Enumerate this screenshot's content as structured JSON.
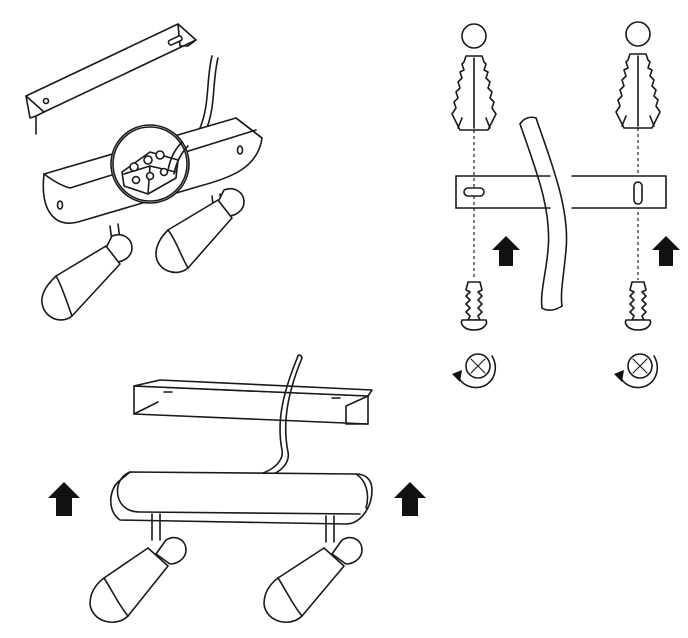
{
  "figure": {
    "panels": [
      {
        "id": "step-wiring",
        "icon": "terminal-block-connection-icon"
      },
      {
        "id": "step-wall-mounting",
        "icon": "wall-plug-and-screw-icon"
      },
      {
        "id": "step-fixture-mounting",
        "icon": "fixture-attach-icon"
      }
    ],
    "colors": {
      "line": "#1a1a1a",
      "arrow": "#111111",
      "background": "#ffffff"
    }
  }
}
